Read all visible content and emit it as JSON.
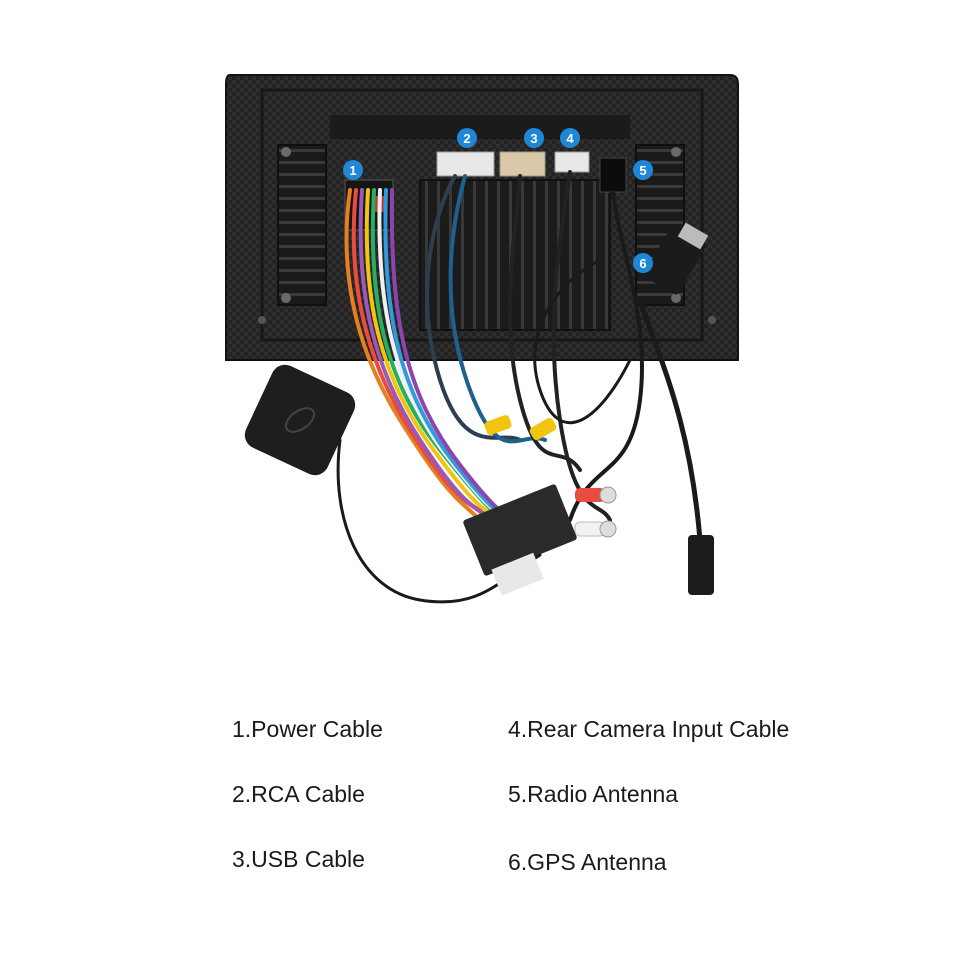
{
  "badges": [
    "1",
    "2",
    "3",
    "4",
    "5",
    "6"
  ],
  "legend": [
    {
      "text": "1.Power Cable"
    },
    {
      "text": "2.RCA Cable"
    },
    {
      "text": "3.USB Cable"
    },
    {
      "text": "4.Rear Camera Input Cable"
    },
    {
      "text": "5.Radio Antenna"
    },
    {
      "text": "6.GPS Antenna"
    }
  ],
  "colors": {
    "badge": "#1e88d6",
    "unit_body": "#1f1f1f",
    "background": "#ffffff"
  }
}
